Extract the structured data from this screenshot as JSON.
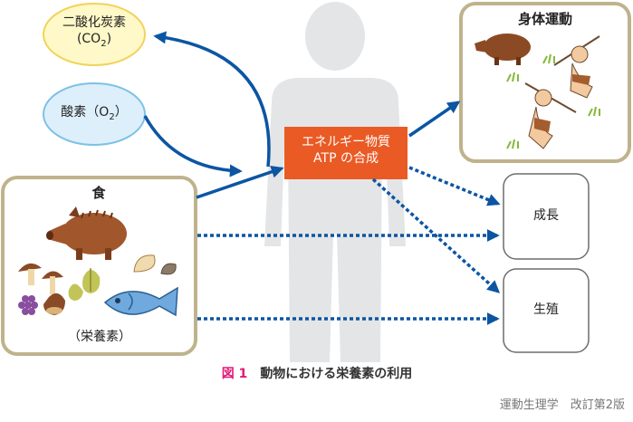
{
  "carbon_dioxide": {
    "line1": "二酸化炭素",
    "line2_pre": "(CO",
    "sub": "2",
    "line2_post": ")"
  },
  "oxygen": {
    "pre": "酸素（O",
    "sub": "2",
    "post": "）"
  },
  "food": {
    "title": "食",
    "note": "（栄養素）"
  },
  "energy": {
    "line1": "エネルギー物質",
    "line2": "ATP の合成"
  },
  "exercise": {
    "title": "身体運動"
  },
  "growth": {
    "label": "成長"
  },
  "reproduction": {
    "label": "生殖"
  },
  "caption": {
    "number": "図 1",
    "text": "動物における栄養素の利用"
  },
  "source": "運動生理学　改訂第2版",
  "colors": {
    "human_silhouette": "#e4e5e6",
    "box_border": "#bfb38d",
    "co2_fill": "#fff8c8",
    "co2_border": "#f1d35a",
    "o2_fill": "#ddeffa",
    "o2_border": "#7cc1e6",
    "energy_box": "#ea5a24",
    "arrow": "#0c55a3",
    "caption_number": "#e3197a"
  },
  "icons": [
    "wild-boar-icon",
    "mushroom-icon",
    "clam-icon",
    "chestnut-icon",
    "fish-icon",
    "grape-icon",
    "hunter-with-spear-icon",
    "grass-tuft-icon"
  ]
}
